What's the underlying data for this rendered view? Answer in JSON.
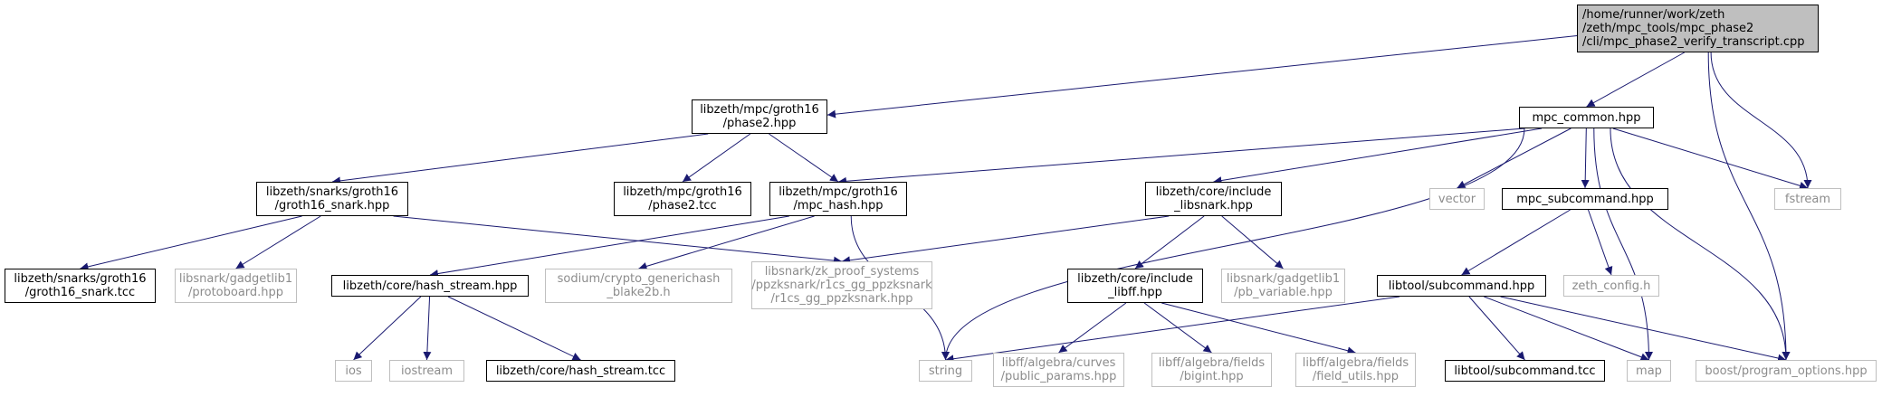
{
  "colors": {
    "edge": "#191970",
    "node_border": "#000000",
    "external_border": "#bfbfbf",
    "external_text": "#8c8c8c",
    "root_fill": "#bfbfbf"
  },
  "nodes": [
    {
      "id": "root",
      "kind": "root",
      "lines": [
        "/home/runner/work/zeth",
        "/zeth/mpc_tools/mpc_phase2",
        "/cli/mpc_phase2_verify_transcript.cpp"
      ]
    },
    {
      "id": "phase2",
      "kind": "doc",
      "lines": [
        "libzeth/mpc/groth16",
        "/phase2.hpp"
      ]
    },
    {
      "id": "mpc_common",
      "kind": "doc",
      "lines": [
        "mpc_common.hpp"
      ]
    },
    {
      "id": "groth16_snark",
      "kind": "doc",
      "lines": [
        "libzeth/snarks/groth16",
        "/groth16_snark.hpp"
      ]
    },
    {
      "id": "phase2_tcc",
      "kind": "doc",
      "lines": [
        "libzeth/mpc/groth16",
        "/phase2.tcc"
      ]
    },
    {
      "id": "mpc_hash",
      "kind": "doc",
      "lines": [
        "libzeth/mpc/groth16",
        "/mpc_hash.hpp"
      ]
    },
    {
      "id": "core_libsnark",
      "kind": "doc",
      "lines": [
        "libzeth/core/include",
        "_libsnark.hpp"
      ]
    },
    {
      "id": "vector",
      "kind": "ext",
      "lines": [
        "vector"
      ]
    },
    {
      "id": "mpc_subcommand",
      "kind": "doc",
      "lines": [
        "mpc_subcommand.hpp"
      ]
    },
    {
      "id": "fstream",
      "kind": "ext",
      "lines": [
        "fstream"
      ]
    },
    {
      "id": "groth16_snark_tcc",
      "kind": "doc",
      "lines": [
        "libzeth/snarks/groth16",
        "/groth16_snark.tcc"
      ]
    },
    {
      "id": "protoboard",
      "kind": "ext",
      "lines": [
        "libsnark/gadgetlib1",
        "/protoboard.hpp"
      ]
    },
    {
      "id": "hash_stream",
      "kind": "doc",
      "lines": [
        "libzeth/core/hash_stream.hpp"
      ]
    },
    {
      "id": "sodium",
      "kind": "ext",
      "lines": [
        "sodium/crypto_generichash",
        "_blake2b.h"
      ]
    },
    {
      "id": "r1cs_ppzksnark",
      "kind": "ext",
      "lines": [
        "libsnark/zk_proof_systems",
        "/ppzksnark/r1cs_gg_ppzksnark",
        "/r1cs_gg_ppzksnark.hpp"
      ]
    },
    {
      "id": "core_libff",
      "kind": "doc",
      "lines": [
        "libzeth/core/include",
        "_libff.hpp"
      ]
    },
    {
      "id": "pb_variable",
      "kind": "ext",
      "lines": [
        "libsnark/gadgetlib1",
        "/pb_variable.hpp"
      ]
    },
    {
      "id": "libtool_subcommand",
      "kind": "doc",
      "lines": [
        "libtool/subcommand.hpp"
      ]
    },
    {
      "id": "zeth_config",
      "kind": "ext",
      "lines": [
        "zeth_config.h"
      ]
    },
    {
      "id": "ios",
      "kind": "ext",
      "lines": [
        "ios"
      ]
    },
    {
      "id": "iostream",
      "kind": "ext",
      "lines": [
        "iostream"
      ]
    },
    {
      "id": "hash_stream_tcc",
      "kind": "doc",
      "lines": [
        "libzeth/core/hash_stream.tcc"
      ]
    },
    {
      "id": "string",
      "kind": "ext",
      "lines": [
        "string"
      ]
    },
    {
      "id": "public_params",
      "kind": "ext",
      "lines": [
        "libff/algebra/curves",
        "/public_params.hpp"
      ]
    },
    {
      "id": "bigint",
      "kind": "ext",
      "lines": [
        "libff/algebra/fields",
        "/bigint.hpp"
      ]
    },
    {
      "id": "field_utils",
      "kind": "ext",
      "lines": [
        "libff/algebra/fields",
        "/field_utils.hpp"
      ]
    },
    {
      "id": "subcommand_tcc",
      "kind": "doc",
      "lines": [
        "libtool/subcommand.tcc"
      ]
    },
    {
      "id": "map",
      "kind": "ext",
      "lines": [
        "map"
      ]
    },
    {
      "id": "program_options",
      "kind": "ext",
      "lines": [
        "boost/program_options.hpp"
      ]
    }
  ],
  "edges": [
    {
      "from": "root",
      "to": "phase2"
    },
    {
      "from": "root",
      "to": "mpc_common"
    },
    {
      "from": "root",
      "to": "fstream"
    },
    {
      "from": "root",
      "to": "program_options"
    },
    {
      "from": "phase2",
      "to": "groth16_snark"
    },
    {
      "from": "phase2",
      "to": "phase2_tcc"
    },
    {
      "from": "phase2",
      "to": "mpc_hash"
    },
    {
      "from": "mpc_common",
      "to": "mpc_hash"
    },
    {
      "from": "mpc_common",
      "to": "core_libsnark"
    },
    {
      "from": "mpc_common",
      "to": "vector"
    },
    {
      "from": "mpc_common",
      "to": "mpc_subcommand"
    },
    {
      "from": "mpc_common",
      "to": "fstream"
    },
    {
      "from": "mpc_common",
      "to": "string"
    },
    {
      "from": "mpc_common",
      "to": "map"
    },
    {
      "from": "mpc_common",
      "to": "program_options"
    },
    {
      "from": "groth16_snark",
      "to": "groth16_snark_tcc"
    },
    {
      "from": "groth16_snark",
      "to": "protoboard"
    },
    {
      "from": "groth16_snark",
      "to": "r1cs_ppzksnark"
    },
    {
      "from": "mpc_hash",
      "to": "hash_stream"
    },
    {
      "from": "mpc_hash",
      "to": "sodium"
    },
    {
      "from": "mpc_hash",
      "to": "string"
    },
    {
      "from": "core_libsnark",
      "to": "r1cs_ppzksnark"
    },
    {
      "from": "core_libsnark",
      "to": "core_libff"
    },
    {
      "from": "core_libsnark",
      "to": "pb_variable"
    },
    {
      "from": "mpc_subcommand",
      "to": "libtool_subcommand"
    },
    {
      "from": "mpc_subcommand",
      "to": "zeth_config"
    },
    {
      "from": "hash_stream",
      "to": "ios"
    },
    {
      "from": "hash_stream",
      "to": "iostream"
    },
    {
      "from": "hash_stream",
      "to": "hash_stream_tcc"
    },
    {
      "from": "core_libff",
      "to": "public_params"
    },
    {
      "from": "core_libff",
      "to": "bigint"
    },
    {
      "from": "core_libff",
      "to": "field_utils"
    },
    {
      "from": "libtool_subcommand",
      "to": "string"
    },
    {
      "from": "libtool_subcommand",
      "to": "subcommand_tcc"
    },
    {
      "from": "libtool_subcommand",
      "to": "map"
    },
    {
      "from": "libtool_subcommand",
      "to": "program_options"
    }
  ]
}
